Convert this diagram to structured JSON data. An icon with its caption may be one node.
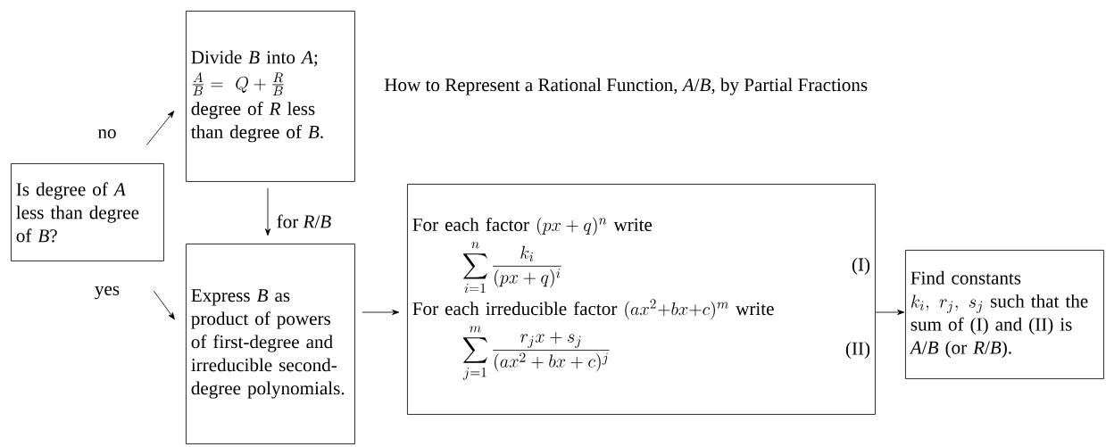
{
  "diagram": {
    "title": "How to Represent a Rational Function, *A*/*B*, by Partial Fractions",
    "nodes": [
      {
        "text": [
          "Is degree of *A* less than degree of *B*?"
        ]
      },
      {
        "text": [
          "Divide *B* into *A*;",
          "\\frac{A}{B}= \\ Q+\\frac{R}{B}",
          "degree of *R* less than degree of *B*."
        ]
      },
      {
        "text": [
          "Express *B* as product of powers of first-degree and irreducible second-degree polynomials."
        ]
      },
      {
        "text": [
          "\\text{For each factor }(px+q)^{n}\\text{ write}",
          "\\sum_{i=1}^{n}\\frac{k_{i}}{(px+q)^{i}}",
          "(I)",
          "\\text{For each irreducible factor }(ax^{2}{+}bx{+}c)^{m}\\text{ write}",
          "\\sum_{j=1}^{m}\\frac{r_{j}x+s_{j}}{(ax^{2}+bx+c)^{j}}",
          "(II)"
        ]
      },
      {
        "text": [
          "Find constants",
          "k_{i},\\ r_{j},\\ s_{j}",
          "such that the sum of (I) and (II) is *A*/*B* (or *R*/*B*)."
        ]
      }
    ],
    "edges": [
      {
        "from": 0,
        "to": 1,
        "arrow": "to",
        "label": "no"
      },
      {
        "from": 0,
        "to": 2,
        "arrow": "to",
        "label": "yes"
      },
      {
        "from": 1,
        "to": 2,
        "arrow": "to",
        "label": "for *R*/*B*"
      },
      {
        "from": 2,
        "to": 3,
        "arrow": "to"
      },
      {
        "from": 3,
        "to": 4,
        "arrow": "to"
      }
    ]
  }
}
